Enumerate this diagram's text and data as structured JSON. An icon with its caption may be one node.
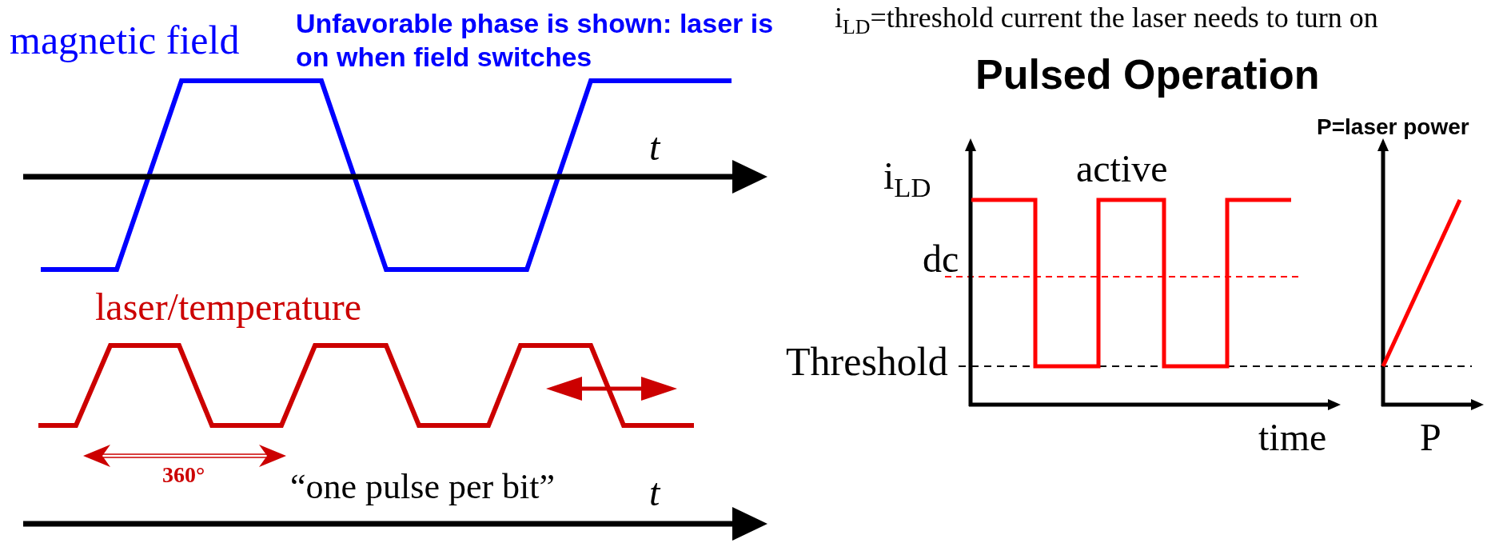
{
  "diagram": {
    "title": "Pulsed Operation",
    "labels": [
      "magnetic field",
      "Unfavorable phase is shown: laser is on when field switches",
      "i$_{LD}$=threshold current the laser needs to turn on",
      "t",
      "P=laser power",
      "i$_{LD}$",
      "active",
      "dc",
      "Threshold",
      "laser/temperature",
      "time",
      "P",
      "360°",
      "“one pulse per bit”",
      "t"
    ]
  }
}
